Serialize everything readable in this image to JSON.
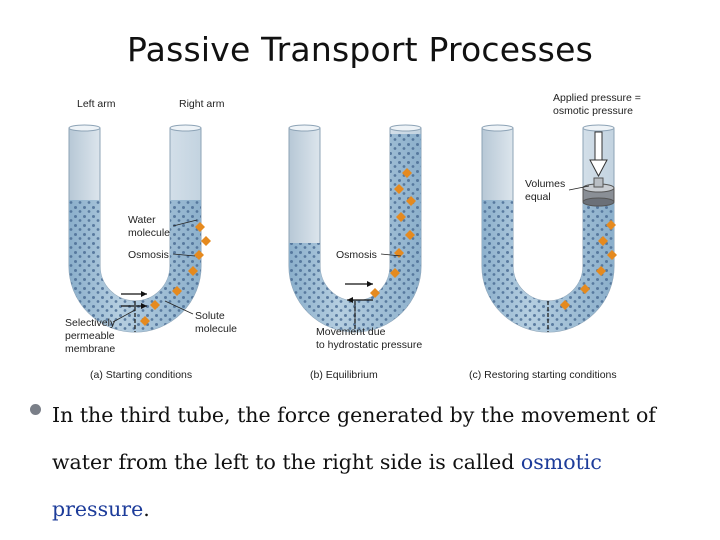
{
  "title": "Passive Transport Processes",
  "figure": {
    "labels": {
      "left_arm": "Left arm",
      "right_arm": "Right arm",
      "applied_pressure_1": "Applied pressure =",
      "applied_pressure_2": "osmotic pressure",
      "water_molecule_1": "Water",
      "water_molecule_2": "molecule",
      "osmosis_a": "Osmosis",
      "osmosis_b": "Osmosis",
      "volumes_equal_1": "Volumes",
      "volumes_equal_2": "equal",
      "membrane_1": "Selectively",
      "membrane_2": "permeable",
      "membrane_3": "membrane",
      "solute_1": "Solute",
      "solute_2": "molecule",
      "movement_1": "Movement due",
      "movement_2": "to hydrostatic pressure"
    },
    "captions": {
      "a": "(a) Starting conditions",
      "b": "(b) Equilibrium",
      "c": "(c) Restoring starting conditions"
    }
  },
  "body": {
    "text_before": "In the third tube, the force generated by the movement of water from the left to the right side is called ",
    "highlight": "osmotic pressure",
    "text_after": "."
  },
  "colors": {
    "highlight": "#1d3c9a",
    "tube_glass": "#d6e1ea",
    "water": "#8fb3cf",
    "water_dot": "#4c6e95",
    "solute": "#e58a1f"
  }
}
